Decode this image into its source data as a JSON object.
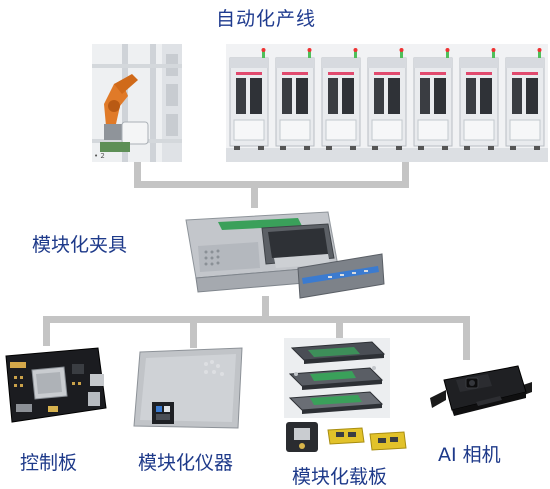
{
  "diagram": {
    "top_title": "自动化产线",
    "fixture_label": "模块化夹具",
    "bottom_labels": [
      "控制板",
      "模块化仪器",
      "模块化载板",
      "AI 相机"
    ]
  },
  "colors": {
    "label_blue": "#1e3a8a",
    "connector_gray": "#c4c4c4",
    "robot_orange": "#e07a28",
    "chassis_silver": "#b8bcc2",
    "pcb_green": "#3aa05a",
    "carrier_yellow": "#e2c22a",
    "camera_black": "#1a1a1a"
  },
  "icons": [
    "robot-arm-icon",
    "test-cabinet-icon",
    "fixture-chassis-icon",
    "control-board-icon",
    "instrument-module-icon",
    "carrier-board-icon",
    "ai-camera-icon"
  ]
}
